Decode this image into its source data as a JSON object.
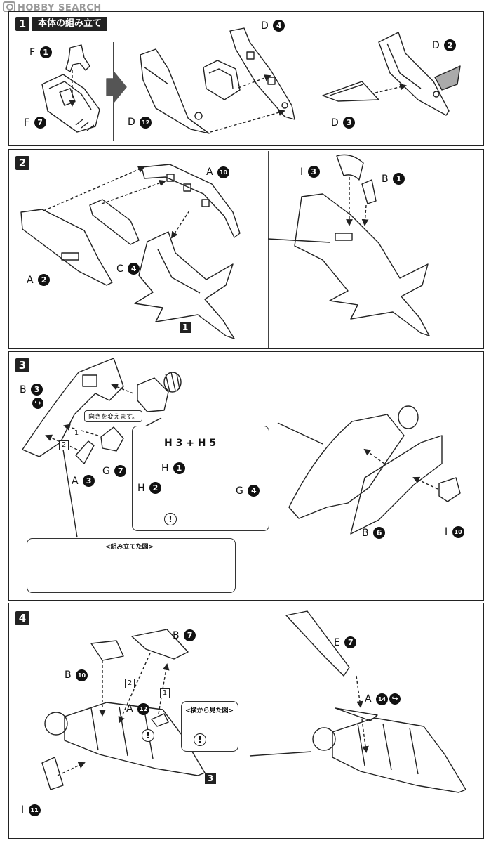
{
  "watermark": "HOBBY SEARCH",
  "step1": {
    "number": "1",
    "title": "本体の組み立て",
    "labels": {
      "f1": {
        "letter": "F",
        "num": "1"
      },
      "f7": {
        "letter": "F",
        "num": "7"
      },
      "d12": {
        "letter": "D",
        "num": "12"
      },
      "d4": {
        "letter": "D",
        "num": "4"
      },
      "d2": {
        "letter": "D",
        "num": "2"
      },
      "d3": {
        "letter": "D",
        "num": "3"
      }
    }
  },
  "step2": {
    "number": "2",
    "ref_step": "1",
    "labels": {
      "a10": {
        "letter": "A",
        "num": "10"
      },
      "a2": {
        "letter": "A",
        "num": "2"
      },
      "c4": {
        "letter": "C",
        "num": "4"
      },
      "i3": {
        "letter": "I",
        "num": "3"
      },
      "b1": {
        "letter": "B",
        "num": "1"
      }
    }
  },
  "step3": {
    "number": "3",
    "note_direction": "向きを変えます。",
    "order1": "1",
    "order2": "2",
    "combo_text": "H 3 + H 5",
    "assembled_title": "<組み立てた図>",
    "excl": "!",
    "labels": {
      "b3": {
        "letter": "B",
        "num": "3"
      },
      "a3": {
        "letter": "A",
        "num": "3"
      },
      "g7": {
        "letter": "G",
        "num": "7"
      },
      "h1": {
        "letter": "H",
        "num": "1"
      },
      "h2": {
        "letter": "H",
        "num": "2"
      },
      "g4": {
        "letter": "G",
        "num": "4"
      },
      "b6": {
        "letter": "B",
        "num": "6"
      },
      "i10": {
        "letter": "I",
        "num": "10"
      }
    }
  },
  "step4": {
    "number": "4",
    "ref_step": "3",
    "order1": "1",
    "order2": "2",
    "side_view_title": "<横から見た図>",
    "excl": "!",
    "labels": {
      "b7": {
        "letter": "B",
        "num": "7"
      },
      "b10": {
        "letter": "B",
        "num": "10"
      },
      "a12": {
        "letter": "A",
        "num": "12"
      },
      "i11": {
        "letter": "I",
        "num": "11"
      },
      "e7": {
        "letter": "E",
        "num": "7"
      },
      "a14": {
        "letter": "A",
        "num": "14"
      }
    }
  }
}
